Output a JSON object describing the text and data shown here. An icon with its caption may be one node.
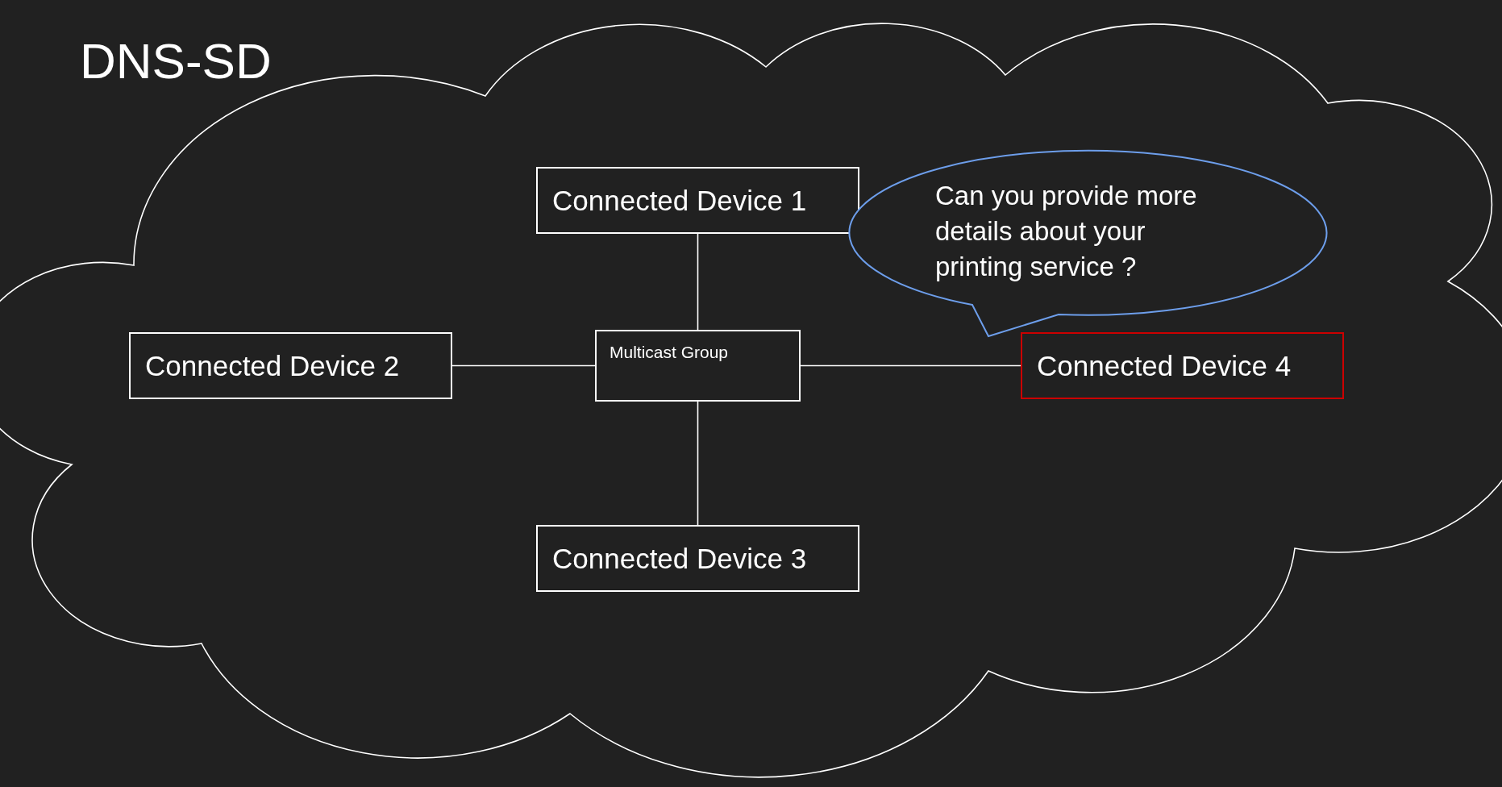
{
  "diagram": {
    "title": "DNS-SD",
    "nodes": [
      {
        "text": [],
        "shape": "cloud"
      },
      {
        "text": [
          "Connected Device 1"
        ],
        "in": 0
      },
      {
        "text": [
          "Can you provide more details about your printing service ?"
        ],
        "in": 0
      },
      {
        "text": [
          "Connected Device 2"
        ],
        "in": 0
      },
      {
        "text": [
          "Multicast Group"
        ],
        "in": 0
      },
      {
        "text": [
          "Connected Device 4"
        ],
        "in": 0
      },
      {
        "text": [
          "Connected Device 3"
        ],
        "in": 0
      }
    ],
    "edges": [
      {
        "from": 1,
        "to": 4,
        "arrow": "none"
      },
      {
        "from": 3,
        "to": 4,
        "arrow": "none"
      },
      {
        "from": 4,
        "to": 5,
        "arrow": "none"
      },
      {
        "from": 4,
        "to": 6,
        "arrow": "none"
      }
    ]
  }
}
